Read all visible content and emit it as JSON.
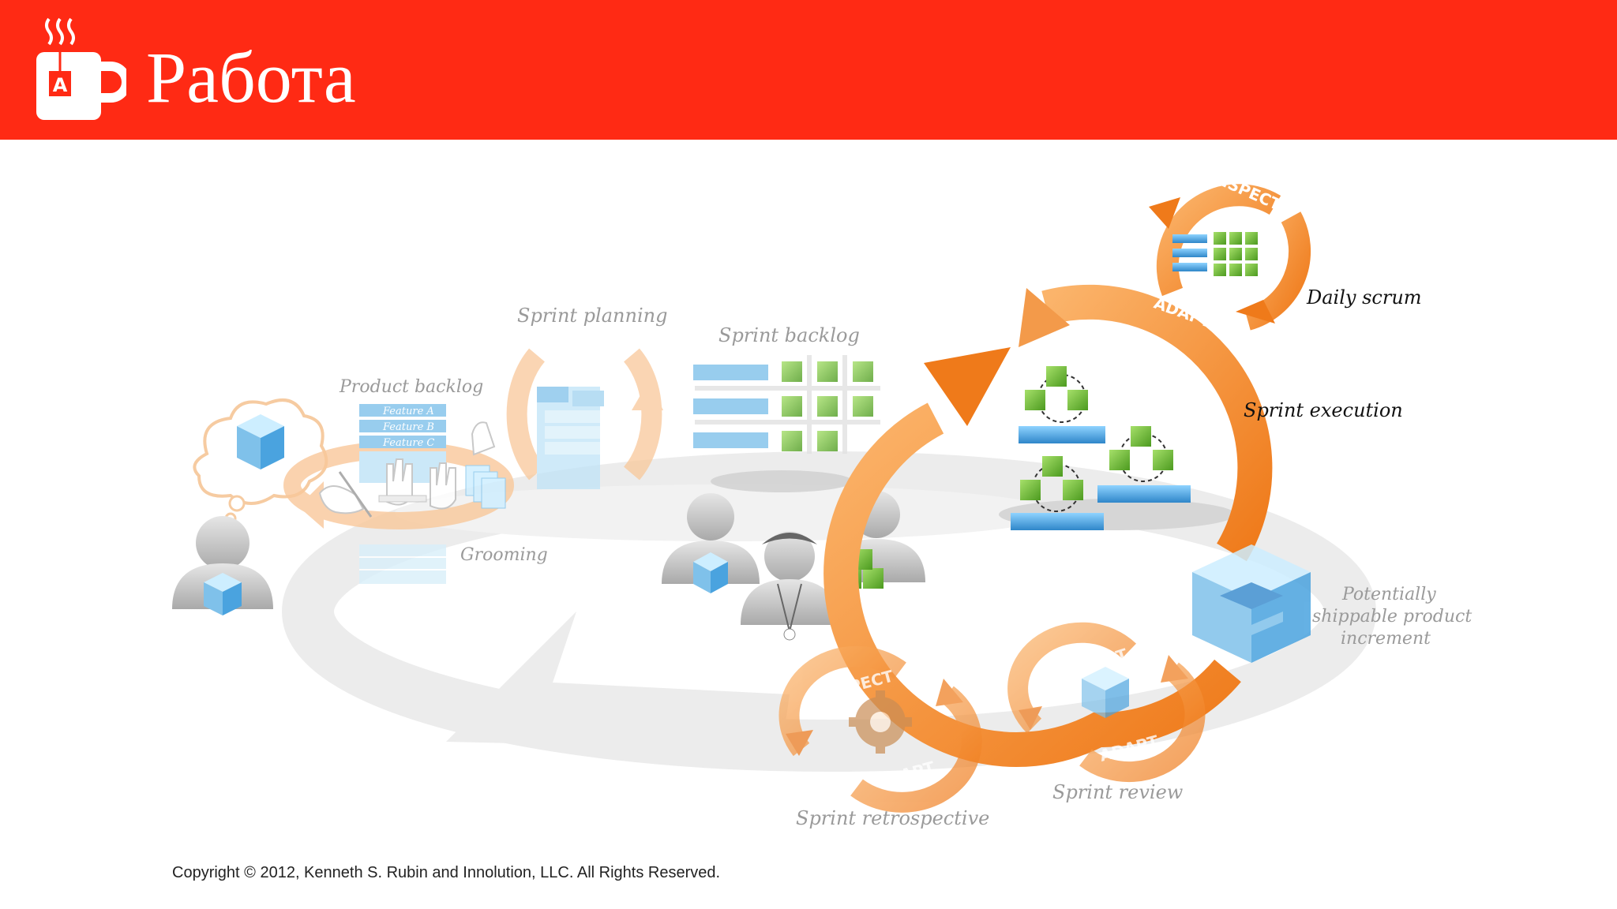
{
  "header": {
    "title": "Работа",
    "logo_letter": "A",
    "background": "#ff2a14"
  },
  "diagram": {
    "labels": {
      "product_backlog": "Product backlog",
      "feature_a": "Feature A",
      "feature_b": "Feature B",
      "feature_c": "Feature C",
      "grooming": "Grooming",
      "sprint_planning": "Sprint planning",
      "sprint_backlog": "Sprint backlog",
      "daily_scrum": "Daily scrum",
      "inspect_top": "INSPECT",
      "adapt_top": "ADAPT",
      "sprint_execution": "Sprint execution",
      "potentially_line1": "Potentially",
      "potentially_line2": "shippable product",
      "potentially_line3": "increment",
      "inspect_review": "INSPECT",
      "adapt_review": "ADAPT",
      "sprint_review": "Sprint review",
      "inspect_retro": "INSPECT",
      "adapt_retro": "ADAPT",
      "sprint_retrospective": "Sprint retrospective"
    },
    "colors": {
      "orange": "#f7923a",
      "orange_light": "#f9c89a",
      "green": "#7dc142",
      "blue": "#4aa3df",
      "gray": "#cfcfcf"
    }
  },
  "footer": {
    "copyright": "Copyright © 2012, Kenneth S. Rubin and Innolution, LLC. All Rights Reserved."
  }
}
